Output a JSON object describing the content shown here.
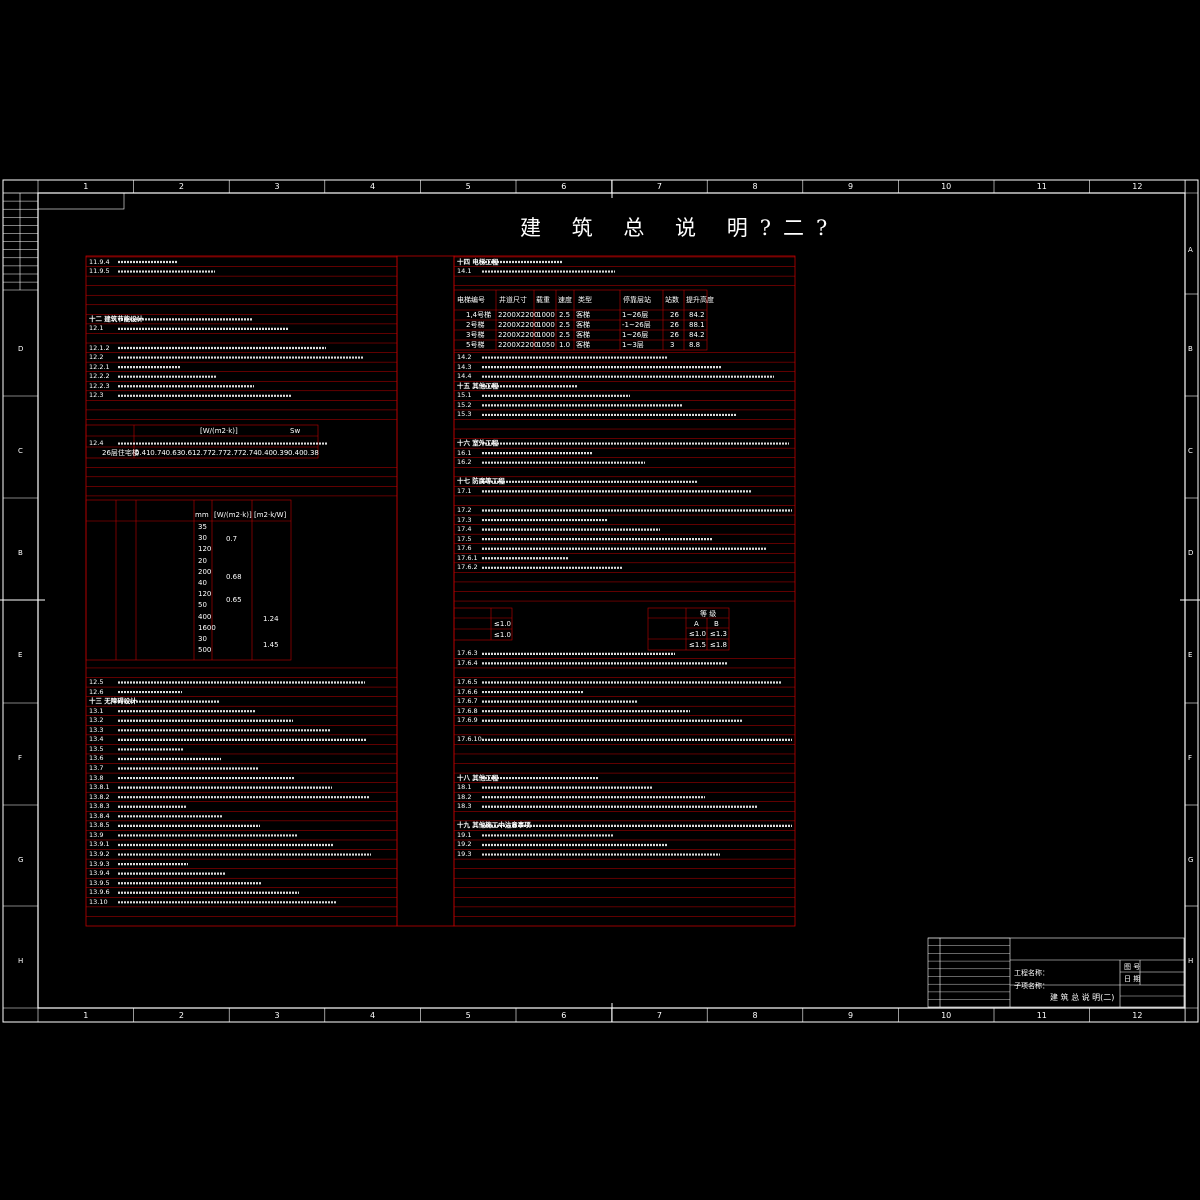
{
  "title": "建 筑 总 说 明?二?",
  "grid_numbers": [
    "1",
    "2",
    "3",
    "4",
    "5",
    "6",
    "7",
    "8",
    "9",
    "10",
    "11",
    "12"
  ],
  "grid_letters_right": [
    "A",
    "B",
    "C",
    "D",
    "E",
    "F",
    "G",
    "H"
  ],
  "grid_letters_left": [
    "D",
    "C",
    "B",
    "E",
    "F",
    "G",
    "H"
  ],
  "title_block": {
    "project_name_label": "工程名称：",
    "sub_project_label": "子项名称：",
    "drawing_name": "建 筑 总 说 明(二)",
    "sheet_label_1": "图 号",
    "sheet_label_2": "日 期"
  },
  "left_lines": [
    "11.9.4",
    "11.9.5",
    "十二 建筑节能设计",
    "12.1",
    "12.1.2",
    "12.2",
    "12.2.1",
    "12.2.2",
    "12.2.3",
    "12.3",
    "12.4",
    "12.5",
    "12.6",
    "十三 无障碍设计",
    "13.1",
    "13.2",
    "13.3",
    "13.4",
    "13.5",
    "13.6",
    "13.7",
    "13.8",
    "13.8.1",
    "13.8.2",
    "13.8.3",
    "13.8.4",
    "13.8.5",
    "13.9",
    "13.9.1",
    "13.9.2",
    "13.9.3",
    "13.9.4",
    "13.9.5",
    "13.9.6",
    "13.10"
  ],
  "right_lines": [
    "十四 电梯工程",
    "14.1",
    "14.2",
    "14.3",
    "14.4",
    "十五 其他工程",
    "15.1",
    "15.2",
    "15.3",
    "十六 室外工程",
    "16.1",
    "16.2",
    "十七 防腐等工程",
    "17.1",
    "17.2",
    "17.3",
    "17.4",
    "17.5",
    "17.6",
    "17.6.1",
    "17.6.2",
    "17.6.3",
    "17.6.4",
    "17.6.5",
    "17.6.6",
    "17.6.7",
    "17.6.8",
    "17.6.9",
    "17.6.10",
    "十八 其他工程",
    "18.1",
    "18.2",
    "18.3",
    "十九 其他施工中注意事项",
    "19.1",
    "19.2",
    "19.3"
  ],
  "elevator_table": {
    "headers": [
      "电梯编号",
      "井道尺寸",
      "载重",
      "速度",
      "类型",
      "停靠层站",
      "站数",
      "提升高度"
    ],
    "rows": [
      [
        "1,4号梯",
        "2200X2200",
        "1000",
        "2.5",
        "客梯",
        "1~26层",
        "26",
        "84.2"
      ],
      [
        "2号梯",
        "2200X2200",
        "1000",
        "2.5",
        "客梯",
        "-1~26层",
        "26",
        "88.1"
      ],
      [
        "3号梯",
        "2200X2200",
        "1000",
        "2.5",
        "客梯",
        "1~26层",
        "26",
        "84.2"
      ],
      [
        "5号梯",
        "2200X2200",
        "1050",
        "1.0",
        "客梯",
        "1~3层",
        "3",
        "8.8"
      ]
    ]
  },
  "energy_table": {
    "values": [
      "0.41",
      "0.74",
      "0.63",
      "0.61",
      "2.77",
      "2.77",
      "2.77",
      "2.74",
      "0.40",
      "0.39",
      "0.40",
      "0.38"
    ],
    "row_label": "26层住宅楼",
    "header_1": "[W/(m2·k)]",
    "header_2": "Sw"
  },
  "material_table": {
    "thickness": [
      "35",
      "30",
      "120",
      "20",
      "200",
      "40",
      "120",
      "50",
      "400",
      "1600",
      "30",
      "500"
    ],
    "k_values": [
      "0.7",
      "0.68",
      "0.65",
      "1.24",
      "1.45"
    ],
    "header_1": "mm",
    "header_2": "[W/(m2·k)]",
    "header_3": "[m2·k/W]"
  },
  "window_tables": {
    "left_vals": [
      "≤1.0",
      "≤1.0"
    ],
    "right_headers": [
      "A",
      "B"
    ],
    "right_vals": [
      "≤1.0",
      "≤1.3",
      "≤1.5",
      "≤1.8"
    ],
    "right_label": "等 级"
  }
}
